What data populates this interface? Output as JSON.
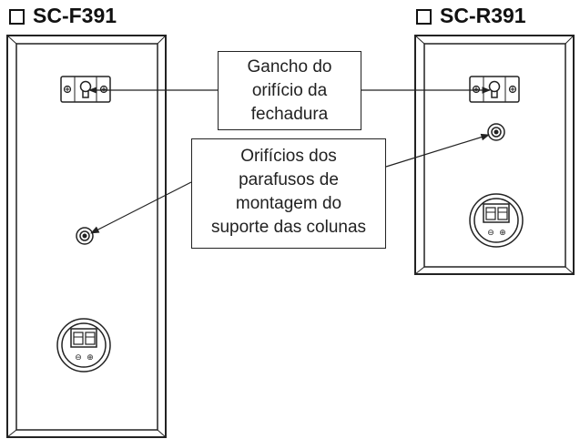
{
  "titles": {
    "front": "SC-F391",
    "rear": "SC-R391"
  },
  "callouts": {
    "hook": [
      "Gancho do",
      "orifício da",
      "fechadura"
    ],
    "mount": [
      "Orifícios dos",
      "parafusos de",
      "montagem do",
      "suporte das colunas"
    ]
  },
  "terminal_signs": {
    "minus": "⊖",
    "plus": "⊕"
  }
}
